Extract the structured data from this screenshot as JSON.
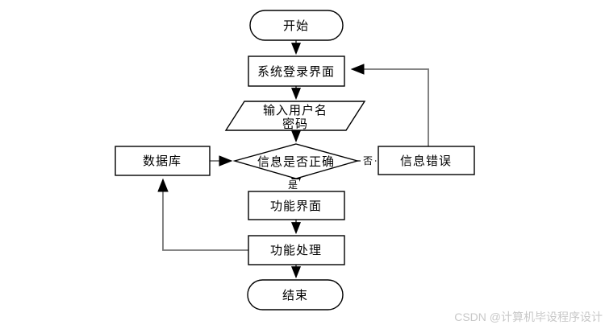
{
  "diagram": {
    "type": "flowchart",
    "description": "System login flow",
    "nodes": {
      "start": {
        "shape": "terminator",
        "label": "开始"
      },
      "login_ui": {
        "shape": "process",
        "label": "系统登录界面"
      },
      "input_credentials": {
        "shape": "input-output",
        "line1": "输入用户名",
        "line2": "密码"
      },
      "check_info": {
        "shape": "decision",
        "label": "信息是否正确"
      },
      "database": {
        "shape": "process",
        "label": "数据库"
      },
      "info_error": {
        "shape": "process",
        "label": "信息错误"
      },
      "function_ui": {
        "shape": "process",
        "label": "功能界面"
      },
      "function_process": {
        "shape": "process",
        "label": "功能处理"
      },
      "end": {
        "shape": "terminator",
        "label": "结束"
      }
    },
    "branch_labels": {
      "no": "否",
      "yes": "是"
    },
    "edges": [
      {
        "from": "start",
        "to": "login_ui"
      },
      {
        "from": "login_ui",
        "to": "input_credentials"
      },
      {
        "from": "input_credentials",
        "to": "check_info"
      },
      {
        "from": "database",
        "to": "check_info"
      },
      {
        "from": "check_info",
        "to": "info_error",
        "label": "否"
      },
      {
        "from": "info_error",
        "to": "login_ui"
      },
      {
        "from": "check_info",
        "to": "function_ui",
        "label": "是"
      },
      {
        "from": "function_ui",
        "to": "function_process"
      },
      {
        "from": "function_process",
        "to": "database"
      },
      {
        "from": "function_process",
        "to": "end"
      }
    ]
  },
  "watermark": {
    "text": "CSDN @计算机毕设程序设计"
  },
  "colors": {
    "shape_fill": "#ffffff",
    "shape_border": "#000000",
    "connector": "#3c3c3c",
    "feedback_connector": "#757575",
    "text": "#000000",
    "watermark": "#c8c8c8",
    "background": "#ffffff"
  }
}
